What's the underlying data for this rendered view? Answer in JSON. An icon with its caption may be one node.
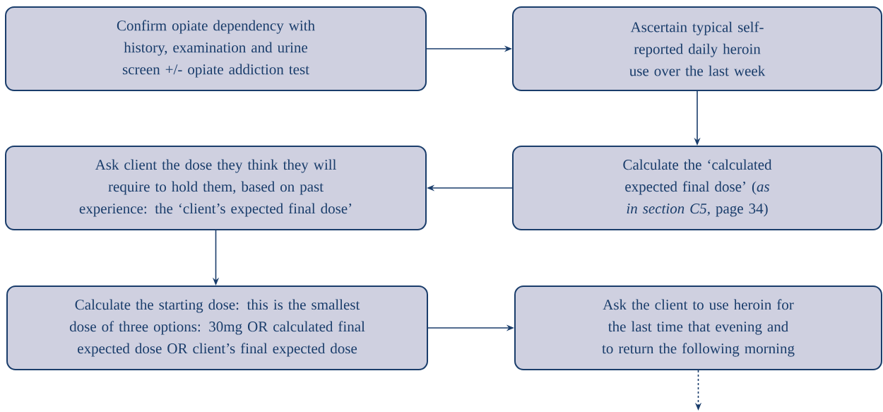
{
  "diagram": {
    "nodes": [
      {
        "text": [
          "Confirm opiate dependency with history, examination and urine screen +/- opiate addiction test"
        ]
      },
      {
        "text": [
          "Ascertain typical self-reported daily heroin use over the last week"
        ]
      },
      {
        "text": [
          "Ask client the dose they think they will require to hold them, based on past experience: the ‘client’s expected final dose’"
        ]
      },
      {
        "text": [
          "Calculate the ‘calculated expected final dose’ (*as in section C5,* page 34)"
        ]
      },
      {
        "text": [
          "Calculate the starting dose: this is the smallest dose of three options: 30mg OR calculated final expected dose OR client’s final expected dose"
        ]
      },
      {
        "text": [
          "Ask the client to use heroin for the last time that evening and to return the following morning"
        ]
      }
    ],
    "edges": [
      {
        "from": 0,
        "to": 1,
        "arrow": "to"
      },
      {
        "from": 1,
        "to": 3,
        "arrow": "to"
      },
      {
        "from": 3,
        "to": 2,
        "arrow": "to"
      },
      {
        "from": 2,
        "to": 4,
        "arrow": "to"
      },
      {
        "from": 4,
        "to": 5,
        "arrow": "to"
      },
      {
        "from": 5,
        "to": null,
        "arrow": "to",
        "style": "dashed"
      }
    ]
  }
}
